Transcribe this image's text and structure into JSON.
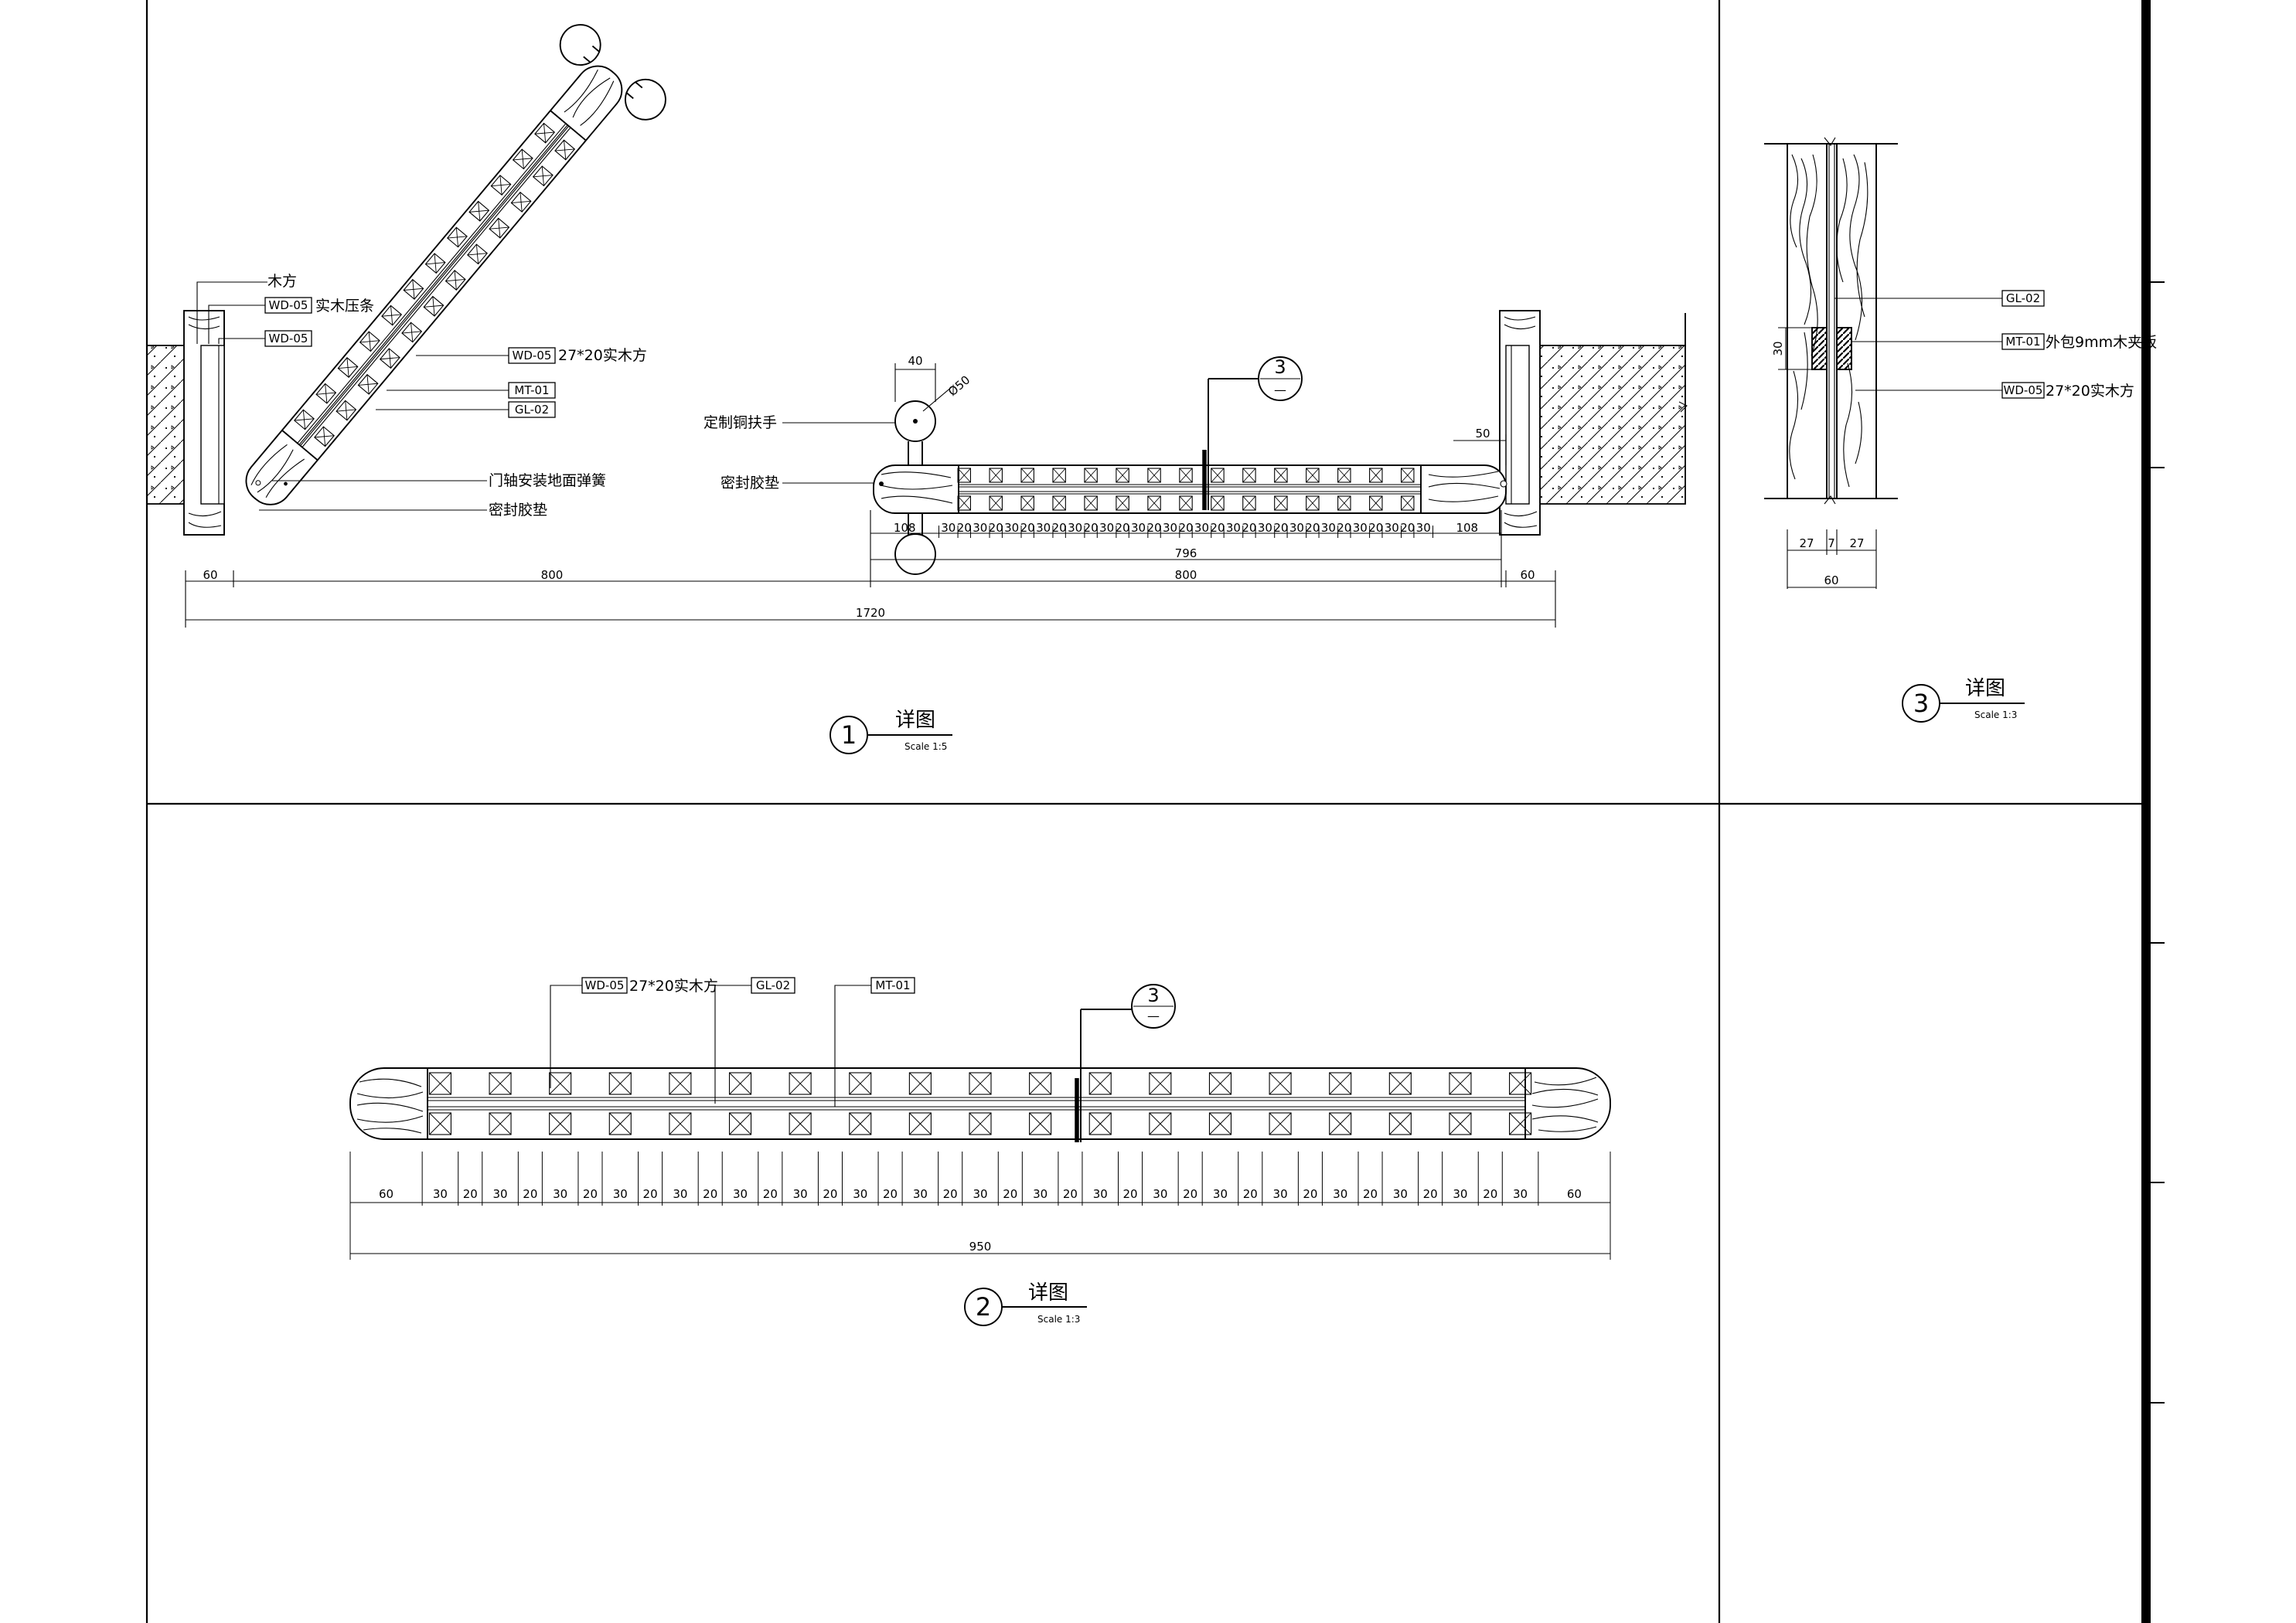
{
  "sheet": {
    "colors": {
      "line": "#000000",
      "paper": "#ffffff"
    }
  },
  "detail1": {
    "number": "1",
    "title": "详图",
    "scale": "Scale 1:5",
    "labels": {
      "wood_block": "木方",
      "wd05_tag": "WD-05",
      "solid_strip": "实木压条",
      "wd05_tag_b": "WD-05",
      "wd05_tag_c": "WD-05",
      "solid_square": "27*20实木方",
      "mt01_tag": "MT-01",
      "gl02_tag": "GL-02",
      "floor_spring": "门轴安装地面弹簧",
      "seal_left": "密封胶垫",
      "handle": "定制铜扶手",
      "seal_right": "密封胶垫"
    },
    "section_marker": {
      "number": "3",
      "sheet": "—"
    },
    "handle_dims": {
      "width": "40",
      "dia": "Ø50"
    },
    "gap_dim": "50",
    "panel_dims": [
      "108",
      "30",
      "20",
      "30",
      "20",
      "30",
      "20",
      "30",
      "20",
      "30",
      "20",
      "30",
      "20",
      "30",
      "20",
      "30",
      "20",
      "30",
      "20",
      "30",
      "20",
      "30",
      "20",
      "30",
      "20",
      "30",
      "20",
      "30",
      "20",
      "30",
      "20",
      "30",
      "108"
    ],
    "dims_796": "796",
    "dims_row": [
      "60",
      "800",
      "800",
      "60"
    ],
    "total": "1720"
  },
  "detail2": {
    "number": "2",
    "title": "详图",
    "scale": "Scale 1:3",
    "labels": {
      "wd05_tag": "WD-05",
      "solid_square": "27*20实木方",
      "gl02_tag": "GL-02",
      "mt01_tag": "MT-01"
    },
    "section_marker": {
      "number": "3",
      "sheet": "—"
    },
    "dims": [
      "60",
      "30",
      "20",
      "30",
      "20",
      "30",
      "20",
      "30",
      "20",
      "30",
      "20",
      "30",
      "20",
      "30",
      "20",
      "30",
      "20",
      "30",
      "20",
      "30",
      "20",
      "30",
      "20",
      "30",
      "20",
      "30",
      "20",
      "30",
      "20",
      "30",
      "20",
      "30",
      "20",
      "30",
      "20",
      "30",
      "20",
      "30",
      "60"
    ],
    "total": "950"
  },
  "detail3": {
    "number": "3",
    "title": "详图",
    "scale": "Scale 1:3",
    "labels": {
      "gl02_tag": "GL-02",
      "mt01_tag": "MT-01",
      "mt01_note": "外包9mm木夹板",
      "wd05_tag": "WD-05",
      "wd05_note": "27*20实木方"
    },
    "dims_vertical": "30",
    "dims_row": [
      "27",
      "7",
      "27"
    ],
    "total": "60"
  }
}
